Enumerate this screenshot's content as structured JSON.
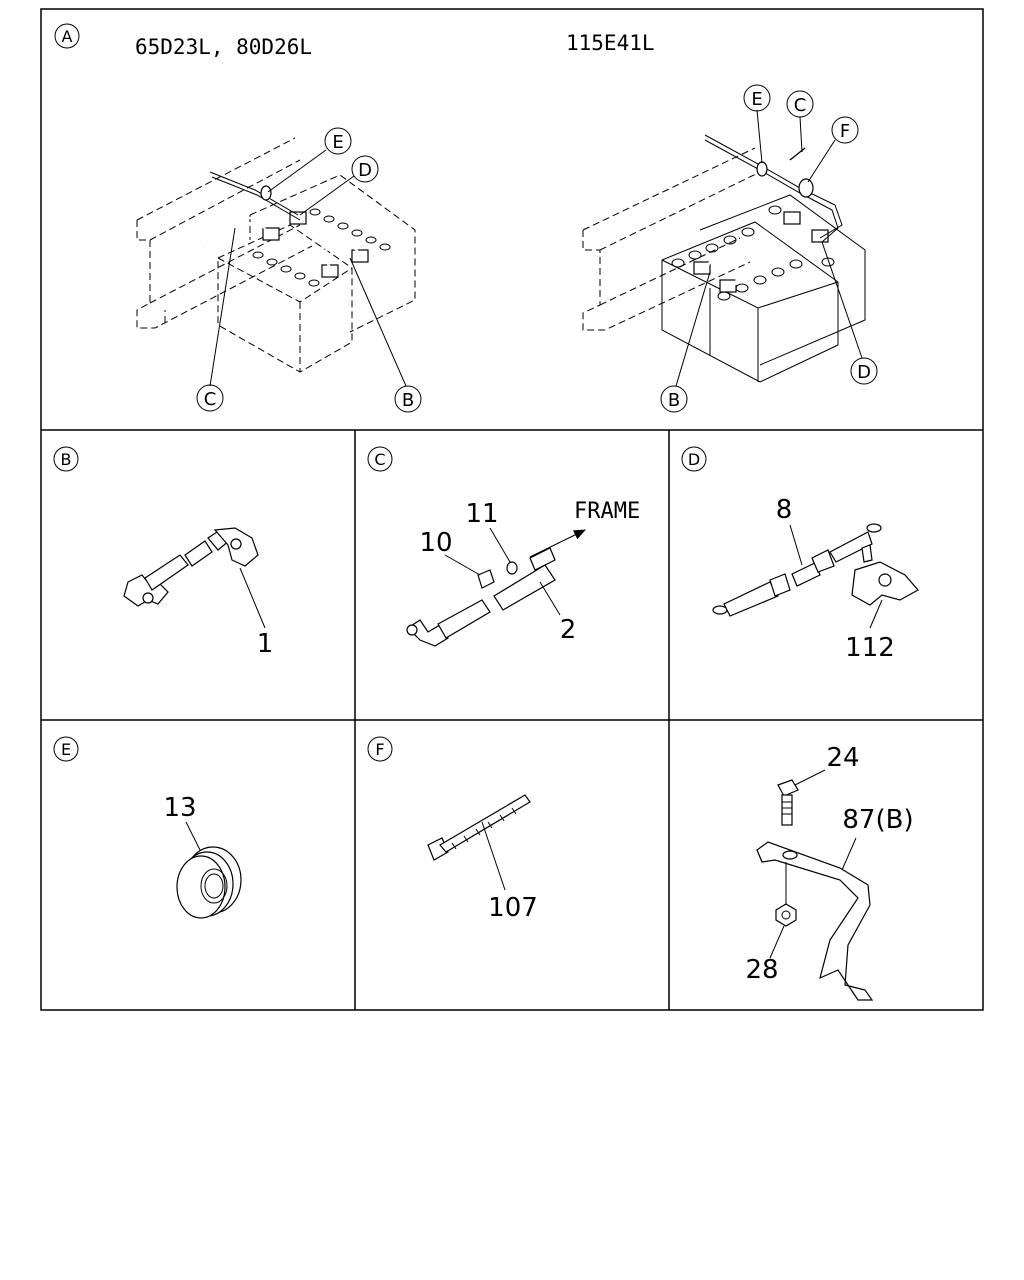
{
  "panelA": {
    "letter": "A",
    "left_title": "65D23L, 80D26L",
    "right_title": "115E41L",
    "left_callouts": {
      "e": "E",
      "d": "D",
      "c": "C",
      "b": "B"
    },
    "right_callouts": {
      "e": "E",
      "c": "C",
      "f": "F",
      "b": "B",
      "d": "D"
    }
  },
  "panelB": {
    "letter": "B",
    "part": "1"
  },
  "panelC": {
    "letter": "C",
    "part_10": "10",
    "part_11": "11",
    "part_2": "2",
    "arrow_label": "FRAME"
  },
  "panelD": {
    "letter": "D",
    "part_8": "8",
    "part_112": "112"
  },
  "panelE": {
    "letter": "E",
    "part": "13"
  },
  "panelF": {
    "letter": "F",
    "part": "107"
  },
  "panelG": {
    "part_24": "24",
    "part_87": "87(B)",
    "part_28": "28"
  }
}
